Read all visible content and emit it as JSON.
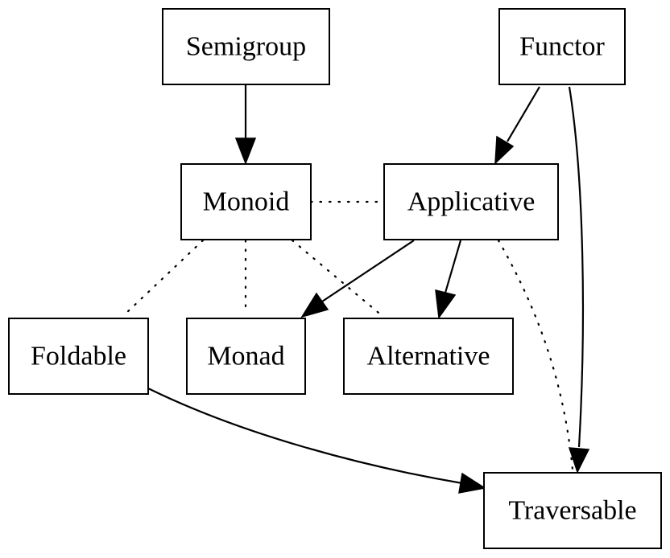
{
  "diagram": {
    "nodes": {
      "semigroup": "Semigroup",
      "functor": "Functor",
      "monoid": "Monoid",
      "applicative": "Applicative",
      "foldable": "Foldable",
      "monad": "Monad",
      "alternative": "Alternative",
      "traversable": "Traversable"
    },
    "edges": [
      {
        "from": "Semigroup",
        "to": "Monoid",
        "style": "solid",
        "arrow": true
      },
      {
        "from": "Functor",
        "to": "Applicative",
        "style": "solid",
        "arrow": true
      },
      {
        "from": "Functor",
        "to": "Traversable",
        "style": "solid",
        "arrow": true
      },
      {
        "from": "Monoid",
        "to": "Applicative",
        "style": "dotted",
        "arrow": false
      },
      {
        "from": "Monoid",
        "to": "Foldable",
        "style": "dotted",
        "arrow": false
      },
      {
        "from": "Monoid",
        "to": "Monad",
        "style": "dotted",
        "arrow": false
      },
      {
        "from": "Monoid",
        "to": "Alternative",
        "style": "dotted",
        "arrow": false
      },
      {
        "from": "Applicative",
        "to": "Monad",
        "style": "solid",
        "arrow": true
      },
      {
        "from": "Applicative",
        "to": "Alternative",
        "style": "solid",
        "arrow": true
      },
      {
        "from": "Applicative",
        "to": "Traversable",
        "style": "dotted",
        "arrow": false
      },
      {
        "from": "Foldable",
        "to": "Traversable",
        "style": "solid",
        "arrow": true
      }
    ]
  }
}
